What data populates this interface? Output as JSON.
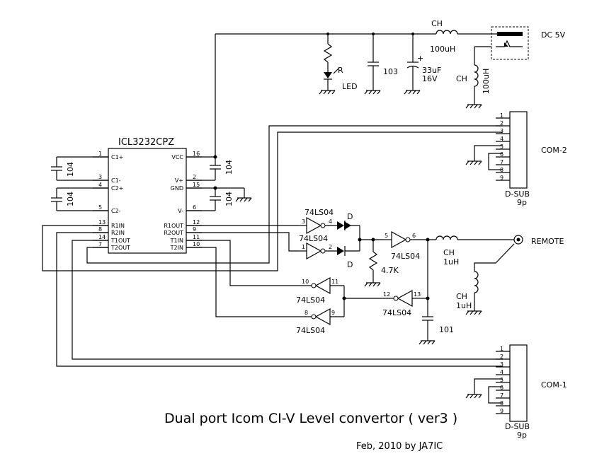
{
  "title": "Dual port Icom CI-V Level convertor ( ver3 )",
  "credit": "Feb, 2010  by JA7IC",
  "ic": {
    "name": "ICL3232CPZ",
    "left_pins": [
      {
        "num": "1",
        "name": "C1+"
      },
      {
        "num": "3",
        "name": "C1-"
      },
      {
        "num": "4",
        "name": "C2+"
      },
      {
        "num": "5",
        "name": "C2-"
      },
      {
        "num": "13",
        "name": "R1IN"
      },
      {
        "num": "8",
        "name": "R2IN"
      },
      {
        "num": "14",
        "name": "T1OUT"
      },
      {
        "num": "7",
        "name": "T2OUT"
      }
    ],
    "right_pins": [
      {
        "num": "16",
        "name": "VCC"
      },
      {
        "num": "2",
        "name": "V+"
      },
      {
        "num": "15",
        "name": "GND"
      },
      {
        "num": "6",
        "name": "V-"
      },
      {
        "num": "12",
        "name": "R1OUT"
      },
      {
        "num": "9",
        "name": "R2OUT"
      },
      {
        "num": "11",
        "name": "T1IN"
      },
      {
        "num": "10",
        "name": "T2IN"
      }
    ]
  },
  "caps": {
    "c104": "104",
    "c103": "103",
    "c33_a": "33uF",
    "c33_b": "16V",
    "c101": "101"
  },
  "power": {
    "label": "DC 5V",
    "choke": "CH",
    "choke_value": "100uH",
    "led_r": "R",
    "led": "LED",
    "plus": "+"
  },
  "gates": {
    "part": "74LS04",
    "g1": {
      "in": "3",
      "out": "4"
    },
    "g2": {
      "in": "1",
      "out": "2"
    },
    "g3": {
      "in": "5",
      "out": "6"
    },
    "g4": {
      "in": "11",
      "out": "10"
    },
    "g5": {
      "in": "9",
      "out": "8"
    },
    "g6": {
      "in": "13",
      "out": "12"
    }
  },
  "diode": "D",
  "resistor": "4.7K",
  "remote": {
    "label": "REMOTE",
    "choke": "CH",
    "value": "1uH"
  },
  "connectors": {
    "com2": "COM-2",
    "com1": "COM-1",
    "type_a": "D-SUB",
    "type_b": "9p",
    "pins": [
      "1",
      "2",
      "3",
      "4",
      "5",
      "6",
      "7",
      "8",
      "9"
    ]
  }
}
